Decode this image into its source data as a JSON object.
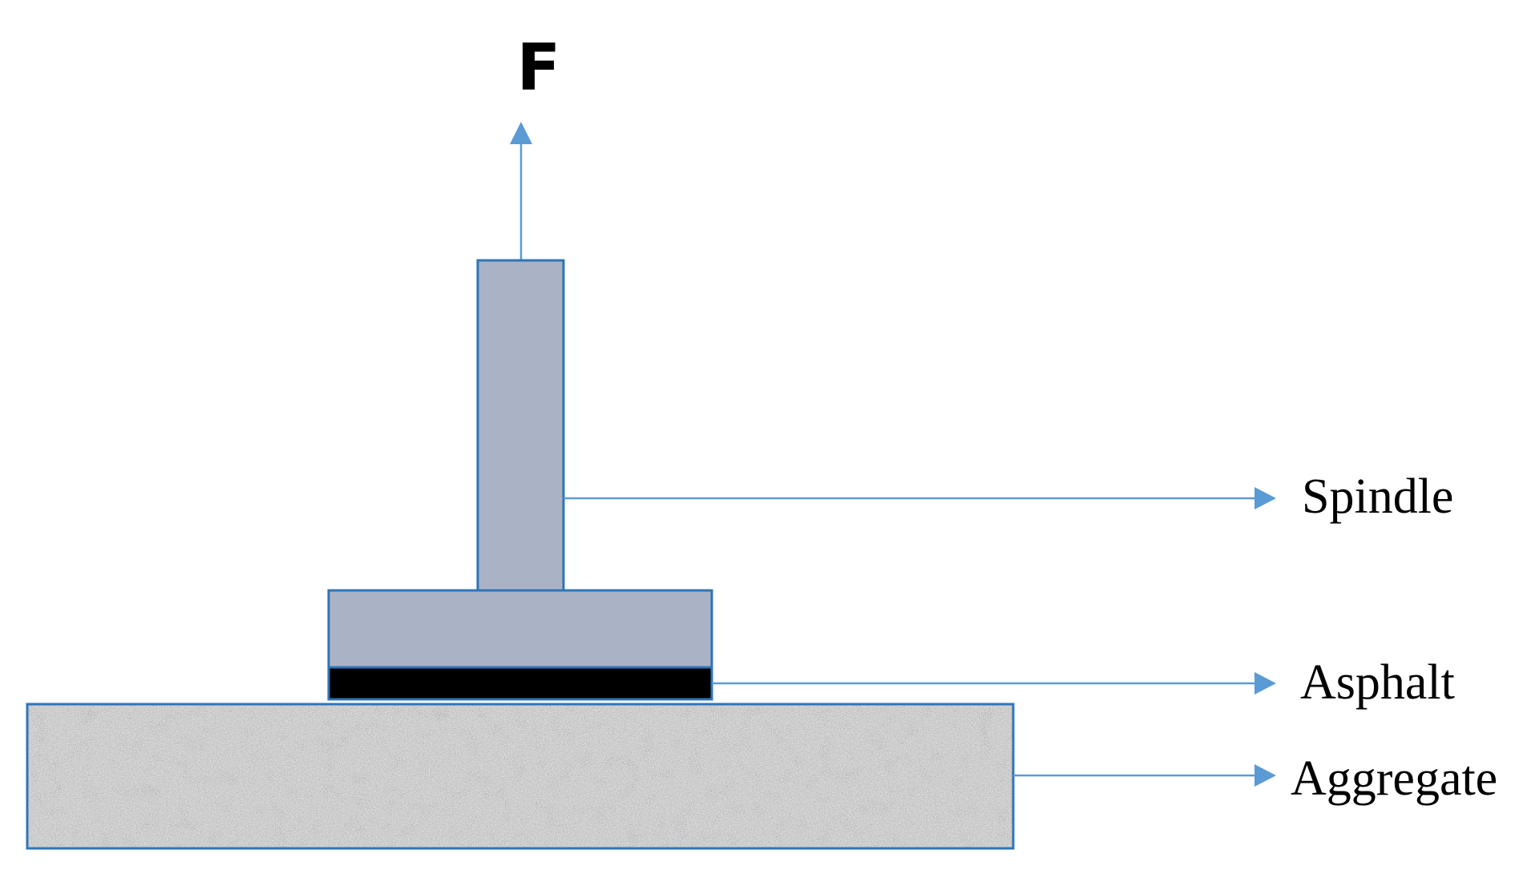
{
  "force_label": "F",
  "labels": {
    "spindle": "Spindle",
    "asphalt": "Asphalt",
    "aggregate": "Aggregate"
  },
  "colors": {
    "arrow": "#5b9bd5",
    "outline": "#2e75b6",
    "spindle_fill": "#aab3c5",
    "asphalt_fill": "#000000",
    "aggregate_base": "#bdbdbd"
  }
}
